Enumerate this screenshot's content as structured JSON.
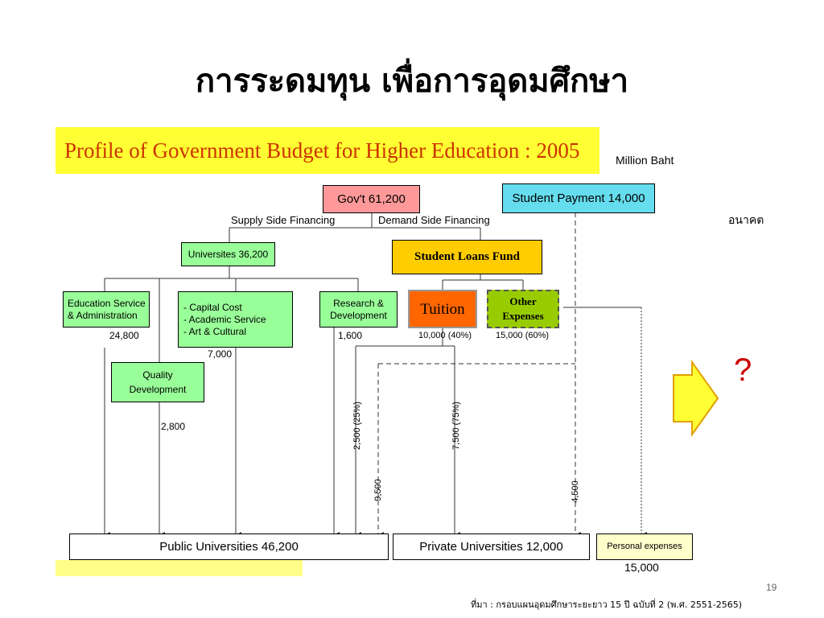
{
  "slide": {
    "title": "การระดมทุน เพื่อการอุดมศึกษา",
    "banner": "Profile of Government Budget for Higher Education : 2005",
    "unit": "Million Baht",
    "future_label": "อนาคต",
    "question_mark": "?",
    "page_number": "19",
    "source": "ที่มา : กรอบแผนอุดมศึกษาระยะยาว 15 ปี ฉบับที่ 2 (พ.ศ. 2551-2565)"
  },
  "diagram": {
    "nodes": {
      "govt": "Gov't 61,200",
      "student_payment": "Student Payment  14,000",
      "supply_side": "Supply Side Financing",
      "demand_side": "Demand Side Financing",
      "universities": "Universites 36,200",
      "student_loans_fund": "Student Loans Fund",
      "education_service_line1": "Education Service",
      "education_service_line2": "& Administration",
      "capital_line1": "- Capital Cost",
      "capital_line2": "- Academic Service",
      "capital_line3": "- Art & Cultural",
      "research_line1": "Research &",
      "research_line2": "Development",
      "tuition": "Tuition",
      "other_line1": "Other",
      "other_line2": "Expenses",
      "quality_line1": "Quality",
      "quality_line2": "Development",
      "public_universities": "Public Universities  46,200",
      "private_universities": "Private Universities 12,000",
      "personal_expenses": "Personal expenses"
    },
    "values": {
      "education_service": "24,800",
      "capital": "7,000",
      "research": "1,600",
      "tuition": "10,000 (40%)",
      "other": "15,000 (60%)",
      "quality": "2,800",
      "to_public": "2,500  (25%)",
      "to_private": "7,500 (75%)",
      "dashed_to_public": "9,500",
      "payment_to_private": "4,500",
      "personal": "15,000"
    },
    "colors": {
      "govt": "#ff9999",
      "student_payment": "#66ddee",
      "universities": "#99ff99",
      "student_loans_fund": "#ffcc00",
      "tuition": "#ff6600",
      "other": "#99cc00",
      "personal": "#ffffcc",
      "banner": "#ffff33",
      "question": "#cc0000"
    }
  }
}
